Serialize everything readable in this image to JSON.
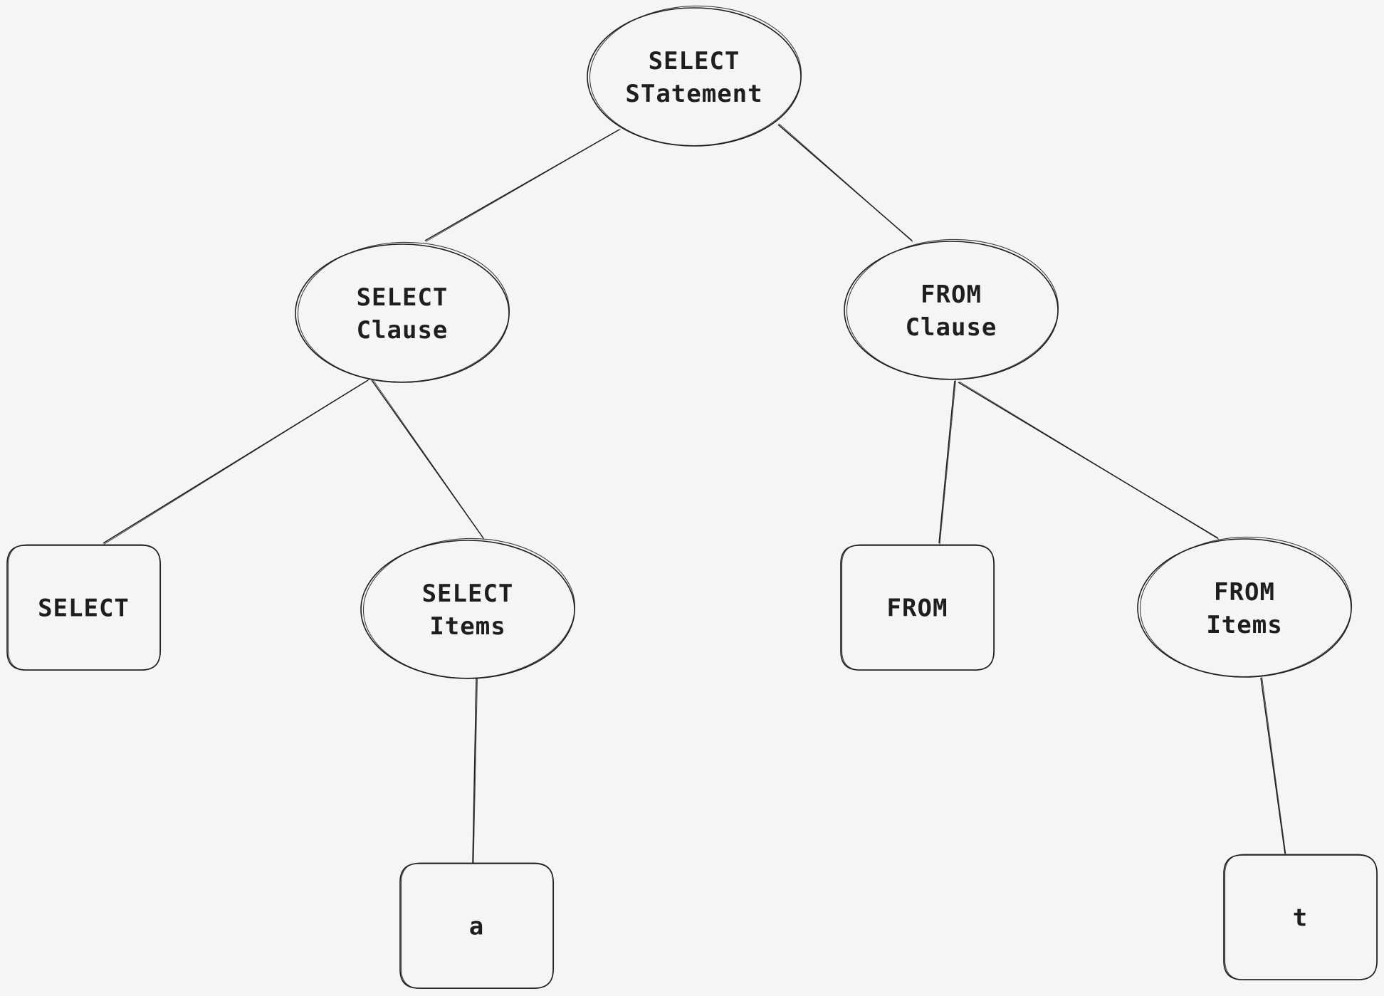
{
  "diagram": {
    "type": "tree",
    "nodes": [
      {
        "id": "select-statement",
        "shape": "ellipse",
        "lines": [
          "SELECT",
          "STatement"
        ]
      },
      {
        "id": "select-clause",
        "shape": "ellipse",
        "lines": [
          "SELECT",
          "Clause"
        ]
      },
      {
        "id": "from-clause",
        "shape": "ellipse",
        "lines": [
          "FROM",
          "Clause"
        ]
      },
      {
        "id": "select-keyword",
        "shape": "box",
        "lines": [
          "SELECT"
        ]
      },
      {
        "id": "select-items",
        "shape": "ellipse",
        "lines": [
          "SELECT",
          "Items"
        ]
      },
      {
        "id": "from-keyword",
        "shape": "box",
        "lines": [
          "FROM"
        ]
      },
      {
        "id": "from-items",
        "shape": "ellipse",
        "lines": [
          "FROM",
          "Items"
        ]
      },
      {
        "id": "item-a",
        "shape": "box",
        "lines": [
          "a"
        ]
      },
      {
        "id": "item-t",
        "shape": "box",
        "lines": [
          "t"
        ]
      }
    ],
    "edges": [
      {
        "from": "select-statement",
        "to": "select-clause"
      },
      {
        "from": "select-statement",
        "to": "from-clause"
      },
      {
        "from": "select-clause",
        "to": "select-keyword"
      },
      {
        "from": "select-clause",
        "to": "select-items"
      },
      {
        "from": "from-clause",
        "to": "from-keyword"
      },
      {
        "from": "from-clause",
        "to": "from-items"
      },
      {
        "from": "select-items",
        "to": "item-a"
      },
      {
        "from": "from-items",
        "to": "item-t"
      }
    ],
    "colors": {
      "background": "#f4f5f7",
      "stroke": "#1e1e1e"
    }
  }
}
